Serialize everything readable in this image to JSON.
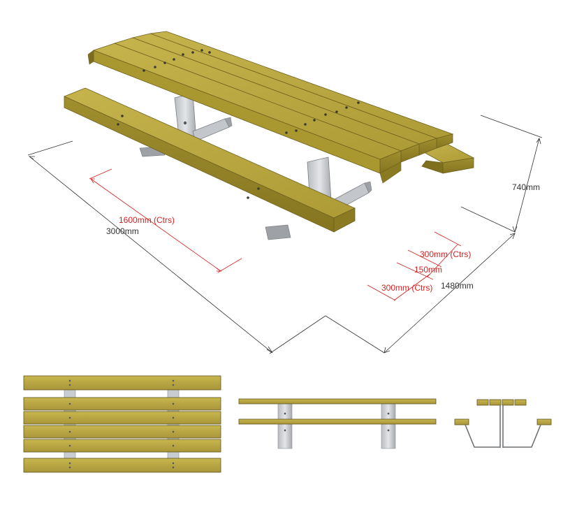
{
  "dimensions": {
    "length": "3000mm",
    "leg_centres": "1600mm (Ctrs)",
    "height": "740mm",
    "width": "1480mm",
    "centre_spacing_top": "300mm (Ctrs)",
    "centre_spacing_mid": "150mm",
    "centre_spacing_bottom": "300mm (Ctrs)"
  },
  "colors": {
    "timber": "#b4a23c",
    "timber_light": "#c6b44a",
    "timber_dark": "#8e7e26",
    "steel": "#cfd2d6",
    "steel_dark": "#8d9196",
    "dimension_black": "#333333",
    "dimension_red": "#d62020",
    "background": "#ffffff"
  }
}
